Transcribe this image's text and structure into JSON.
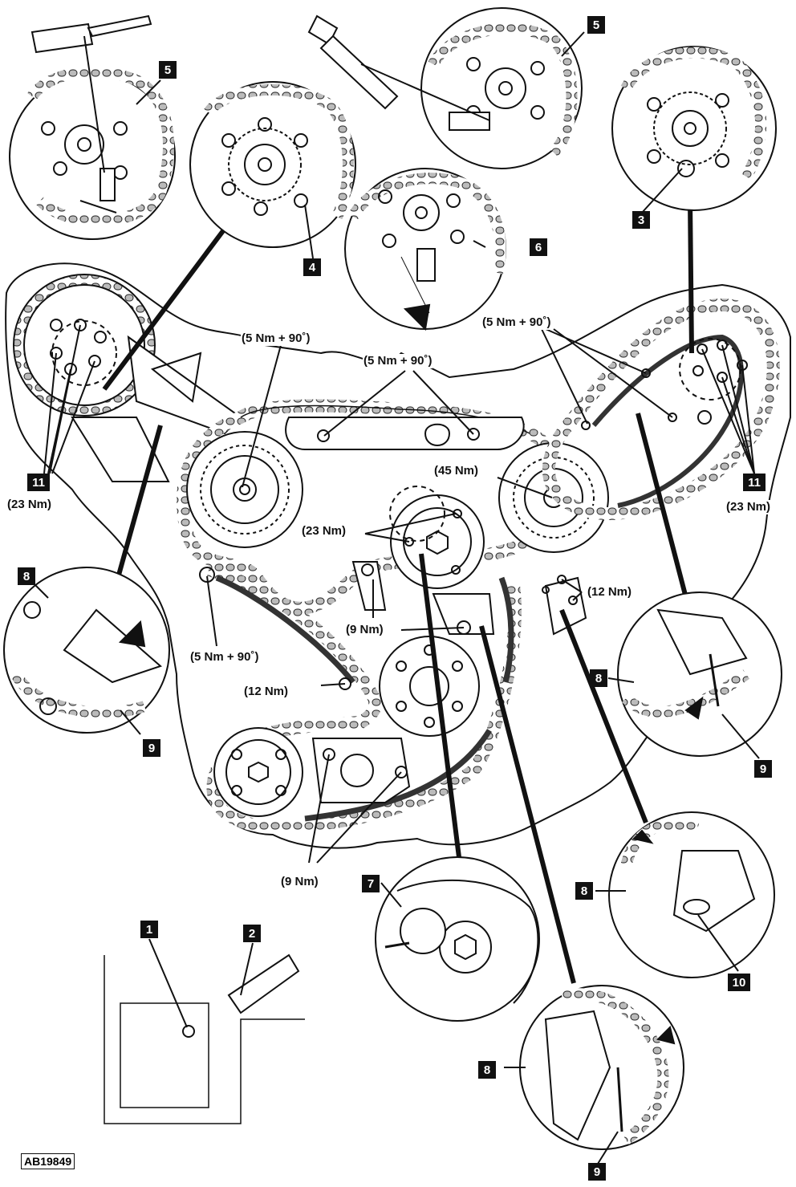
{
  "figure_ref": "AB19849",
  "callouts": {
    "c1": "1",
    "c2": "2",
    "c3": "3",
    "c4": "4",
    "c5a": "5",
    "c5b": "5",
    "c6": "6",
    "c7": "7",
    "c8a": "8",
    "c8b": "8",
    "c8c": "8",
    "c8d": "8",
    "c9a": "9",
    "c9b": "9",
    "c9c": "9",
    "c10": "10",
    "c11a": "11",
    "c11b": "11"
  },
  "torque": {
    "left_cam_bolt": "(5 Nm + 90˚)",
    "upper_guide_bolts": "(5 Nm + 90˚)",
    "right_cam_guide": "(5 Nm + 90˚)",
    "left_guide_bolt": "(5 Nm + 90˚)",
    "right_cam_bolt": "(45 Nm)",
    "idler_bolts": "(23 Nm)",
    "left_cover_bolts": "(23 Nm)",
    "right_cover_bolts": "(23 Nm)",
    "tensioner_bolts": "(12 Nm)",
    "left_guide_lower": "(12 Nm)",
    "center_tensioner": "(9 Nm)",
    "oil_pump_bolts": "(9 Nm)"
  }
}
